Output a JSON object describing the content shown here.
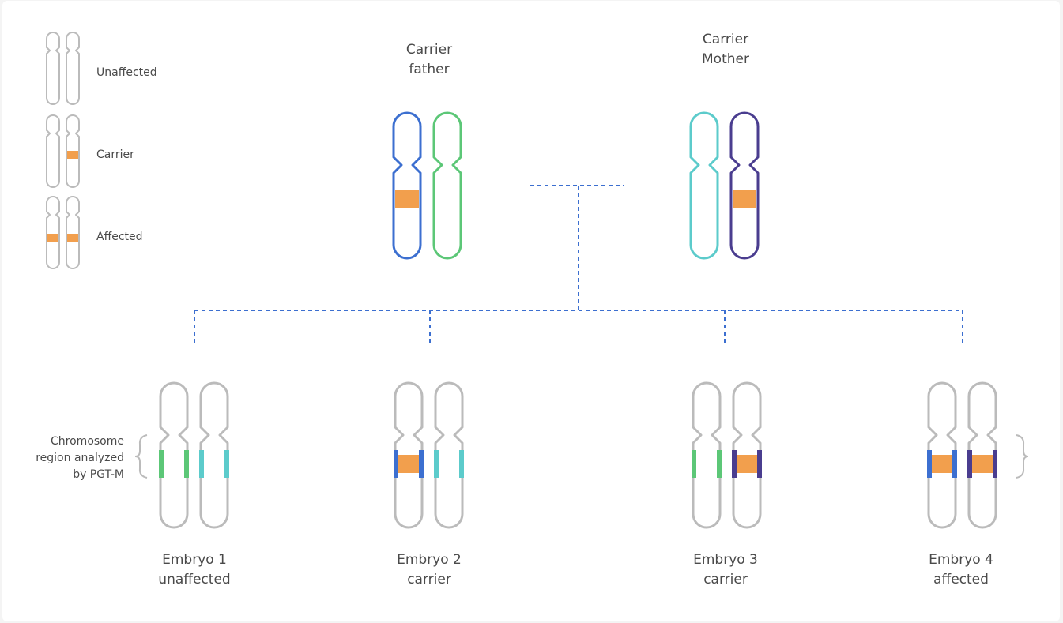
{
  "legend": {
    "unaffected": "Unaffected",
    "carrier": "Carrier",
    "affected": "Affected"
  },
  "parents": {
    "father": {
      "line1": "Carrier",
      "line2": "father"
    },
    "mother": {
      "line1": "Carrier",
      "line2": "Mother"
    }
  },
  "annotation": {
    "line1": "Chromosome",
    "line2": "region analyzed",
    "line3": "by PGT-M"
  },
  "embryos": [
    {
      "name": "Embryo 1",
      "status": "unaffected"
    },
    {
      "name": "Embryo 2",
      "status": "carrier"
    },
    {
      "name": "Embryo 3",
      "status": "carrier"
    },
    {
      "name": "Embryo 4",
      "status": "affected"
    }
  ],
  "colors": {
    "father_chrom_1": "#3c6fd0",
    "father_chrom_2": "#5cc777",
    "mother_chrom_1": "#5ccbcb",
    "mother_chrom_2": "#4a3d8f",
    "mutation": "#f29f4d",
    "neutral_chrom": "#bbbbbb",
    "connector": "#3c6fd0"
  }
}
